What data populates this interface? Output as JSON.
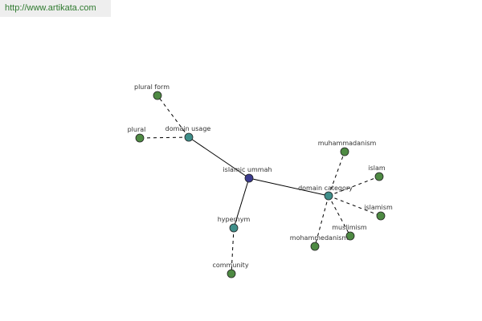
{
  "header": {
    "url": "http://www.artikata.com"
  },
  "colors": {
    "root": "#3b3b8e",
    "relation": "#3f8f8a",
    "leaf": "#4e8a43",
    "stroke": "#222222",
    "edge": "#000000"
  },
  "graph": {
    "nodes": [
      {
        "id": "islamic-ummah",
        "label": "islamic ummah",
        "kind": "root"
      },
      {
        "id": "domain-usage",
        "label": "domain usage",
        "kind": "relation"
      },
      {
        "id": "hypernym",
        "label": "hypernym",
        "kind": "relation"
      },
      {
        "id": "domain-category",
        "label": "domain category",
        "kind": "relation"
      },
      {
        "id": "plural-form",
        "label": "plural form",
        "kind": "leaf"
      },
      {
        "id": "plural",
        "label": "plural",
        "kind": "leaf"
      },
      {
        "id": "community",
        "label": "community",
        "kind": "leaf"
      },
      {
        "id": "muhammadanism",
        "label": "muhammadanism",
        "kind": "leaf"
      },
      {
        "id": "islam",
        "label": "islam",
        "kind": "leaf"
      },
      {
        "id": "islamism",
        "label": "islamism",
        "kind": "leaf"
      },
      {
        "id": "muslimism",
        "label": "muslimism",
        "kind": "leaf"
      },
      {
        "id": "mohammedanism",
        "label": "mohammedanism",
        "kind": "leaf"
      }
    ],
    "edges": [
      {
        "from": "islamic-ummah",
        "to": "domain-usage",
        "style": "solid"
      },
      {
        "from": "islamic-ummah",
        "to": "hypernym",
        "style": "solid"
      },
      {
        "from": "islamic-ummah",
        "to": "domain-category",
        "style": "solid"
      },
      {
        "from": "domain-usage",
        "to": "plural-form",
        "style": "dashed"
      },
      {
        "from": "domain-usage",
        "to": "plural",
        "style": "dashed"
      },
      {
        "from": "hypernym",
        "to": "community",
        "style": "dashed"
      },
      {
        "from": "domain-category",
        "to": "muhammadanism",
        "style": "dashed"
      },
      {
        "from": "domain-category",
        "to": "islam",
        "style": "dashed"
      },
      {
        "from": "domain-category",
        "to": "islamism",
        "style": "dashed"
      },
      {
        "from": "domain-category",
        "to": "muslimism",
        "style": "dashed"
      },
      {
        "from": "domain-category",
        "to": "mohammedanism",
        "style": "dashed"
      }
    ]
  }
}
